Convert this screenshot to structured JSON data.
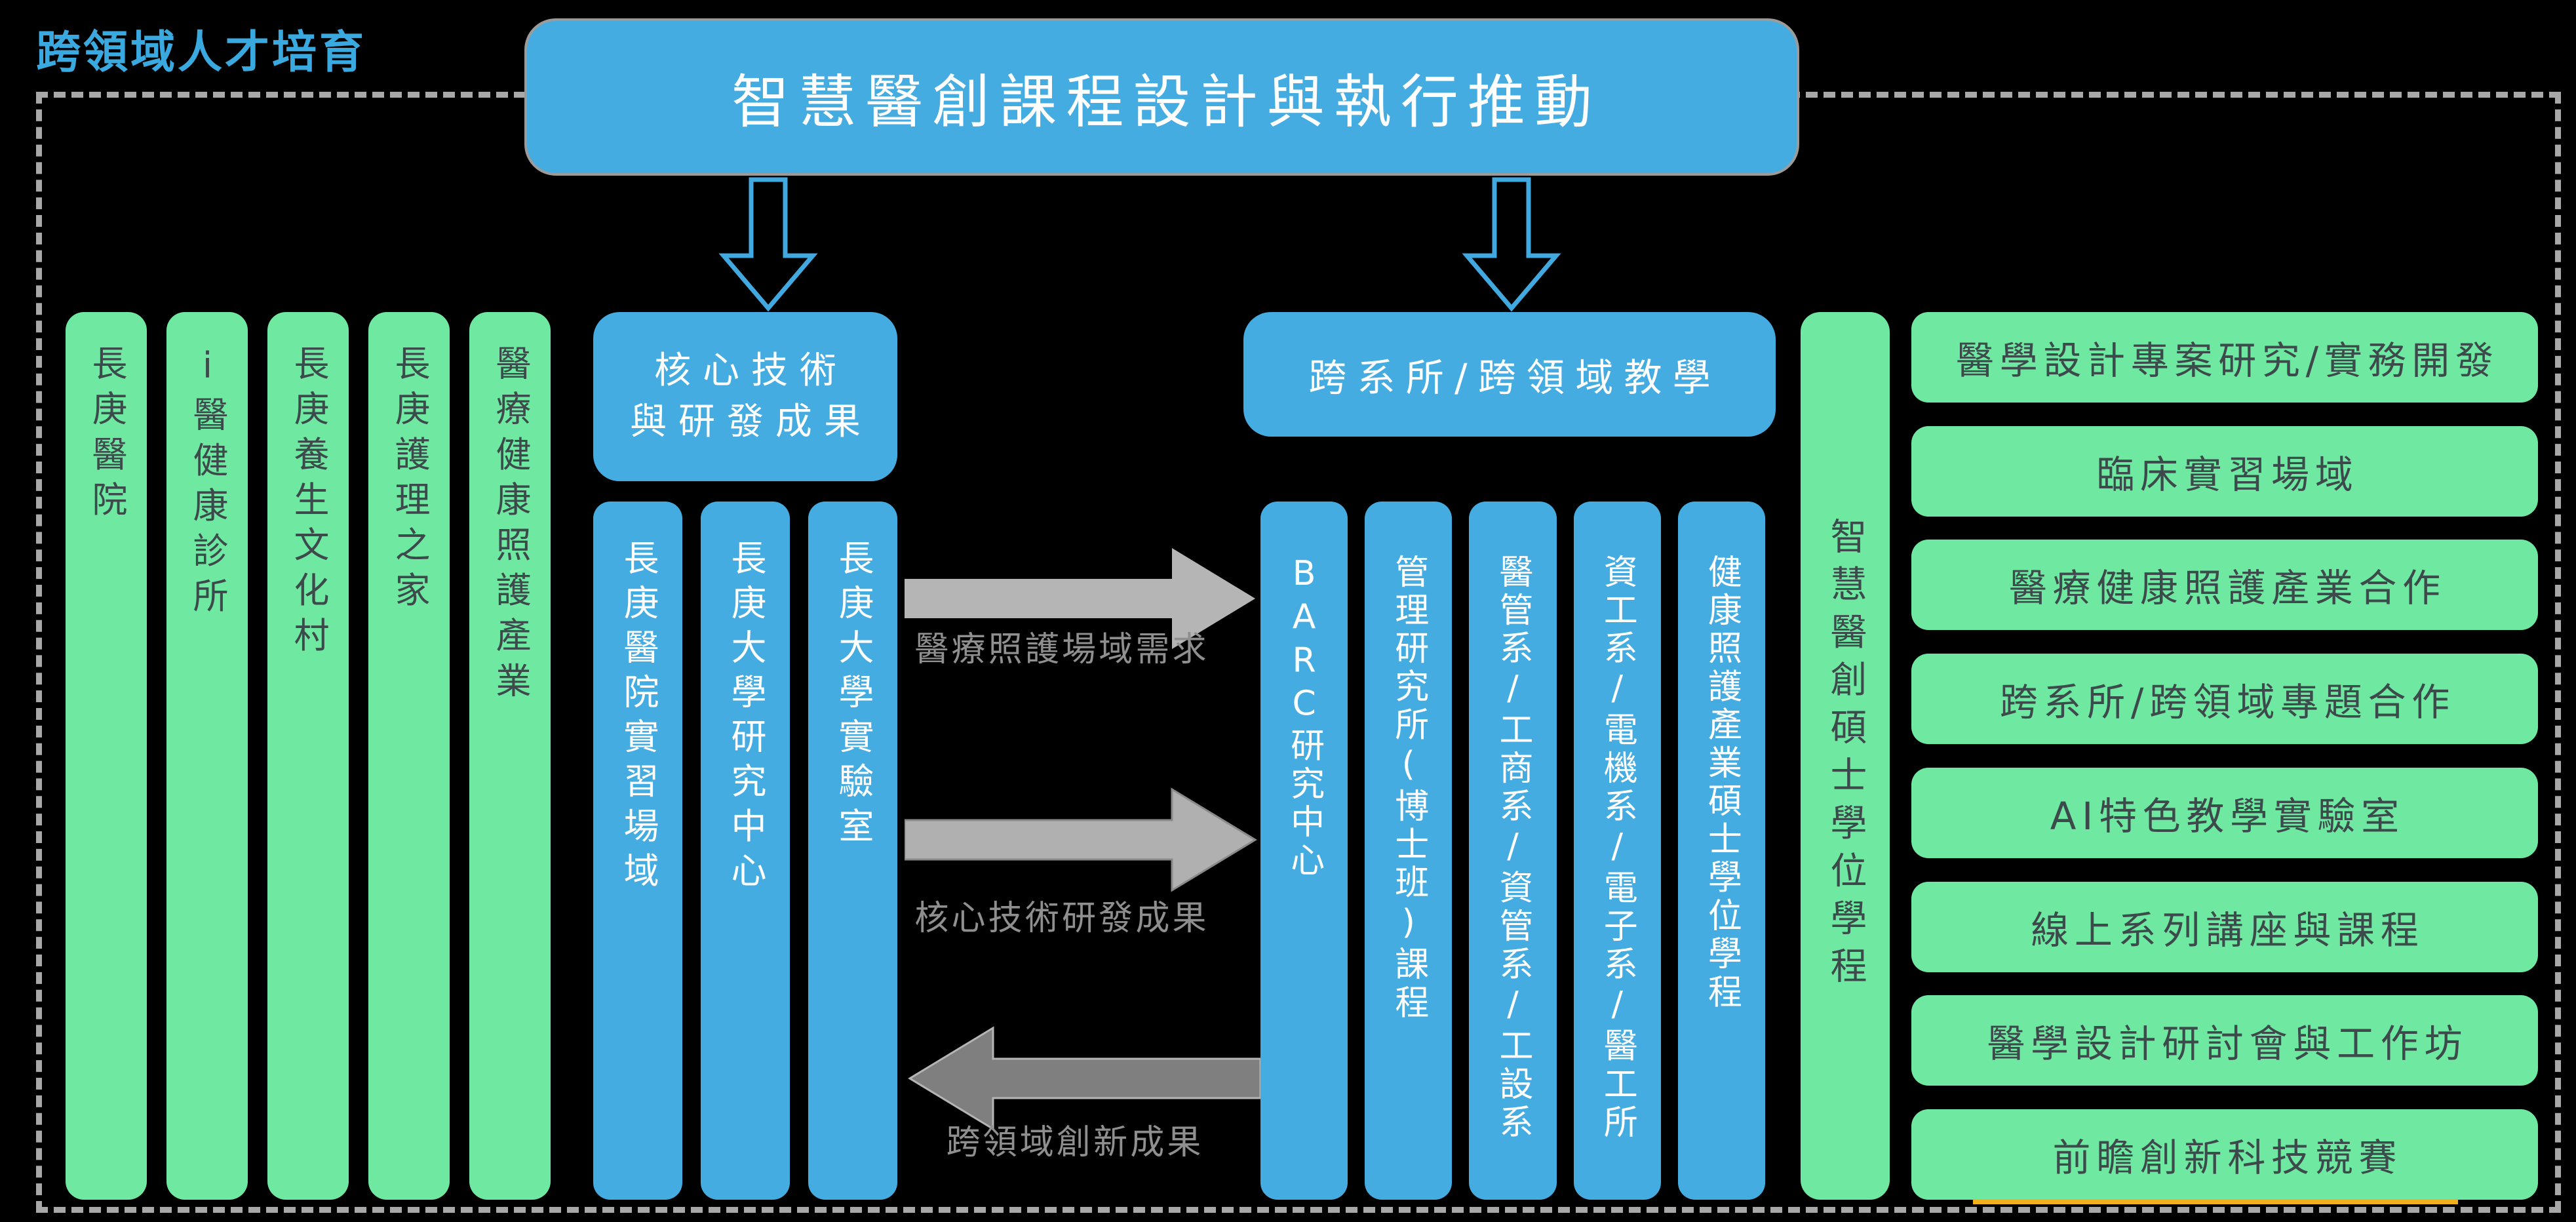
{
  "header": {
    "label": "跨領域人才培育"
  },
  "title_box": {
    "label": "智慧醫創課程設計與執行推動"
  },
  "left_partners": {
    "bars": [
      "長庚醫院",
      "i醫健康診所",
      "長庚養生文化村",
      "長庚護理之家",
      "醫療健康照護產業"
    ]
  },
  "core_tech": {
    "box_line1": "核心技術",
    "box_line2": "與研發成果",
    "bars": [
      "長庚醫院實習場域",
      "長庚大學研究中心",
      "長庚大學實驗室"
    ]
  },
  "flows": {
    "to_barc_top": "醫療照護場域需求",
    "to_barc_bottom": "核心技術研發成果",
    "from_barc": "跨領域創新成果"
  },
  "teaching": {
    "box": "跨系所/跨領域教學",
    "bars": [
      "BARC研究中心",
      "管理研究所(博士班)課程",
      "醫管系/工商系/資管系/工設系",
      "資工系/電機系/電子系/醫工所",
      "健康照護產業碩士學位學程"
    ]
  },
  "master_program": {
    "bar": "智慧醫創碩士學位學程"
  },
  "outcomes": {
    "bars": [
      "醫學設計專案研究/實務開發",
      "臨床實習場域",
      "醫療健康照護產業合作",
      "跨系所/跨領域專題合作",
      "AI特色教學實驗室",
      "線上系列講座與課程",
      "醫學設計研討會與工作坊",
      "前瞻創新科技競賽"
    ]
  },
  "colors": {
    "background": "#000000",
    "blue": "#45ace2",
    "green": "#6fe8a1",
    "dark_text": "#3d4a4b",
    "white_text": "#ffffff",
    "title_label_blue": "#3aa9e0",
    "outline_arrow_blue": "#41a8e0",
    "frame_gray": "#a8a8a8",
    "arrow_light_gray": "#b5b5b5",
    "arrow_dark_gray": "#7f7f7f",
    "flow_label_gray": "#8f8f8f",
    "accent_gold": "#f2b01e"
  }
}
